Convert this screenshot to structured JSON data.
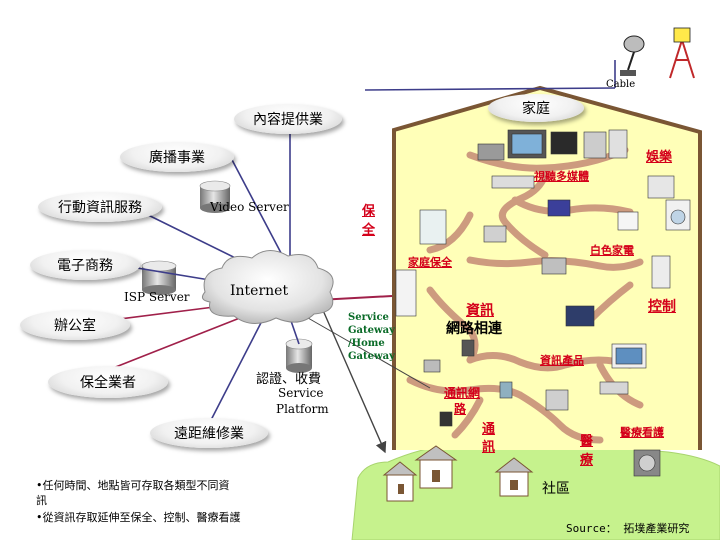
{
  "cable_label": "Cable",
  "home_title": "家庭",
  "content_provider": "內容提供業",
  "broadcast": "廣播事業",
  "mobile_info": "行動資訊服務",
  "video_server": "Video Server",
  "ecommerce": "電子商務",
  "isp_server": "ISP Server",
  "internet": "Internet",
  "office": "辦公室",
  "security_firm": "保全業者",
  "auth_billing": "認證、收費",
  "service_platform_1": "Service",
  "service_platform_2": "Platform",
  "remote_repair": "遠距維修業",
  "gateway_1": "Service",
  "gateway_2": "Gateway",
  "gateway_3": "/Home",
  "gateway_4": "Gateway",
  "entertainment": "娛樂",
  "video_multimedia": "視聽多媒體",
  "security_1": "保",
  "security_2": "全",
  "white_appliance": "白色家電",
  "home_security": "家庭保全",
  "info_1": "資訊",
  "info_network": "網路相連",
  "control": "控制",
  "info_products": "資訊產品",
  "comm_1": "通訊網",
  "comm_2": "路",
  "comm_3": "通",
  "comm_4": "訊",
  "medical_1": "醫",
  "medical_2": "療",
  "medical_care": "醫療看護",
  "community": "社區",
  "bullet_1a": "•任何時間、地點皆可存取各類型不同資",
  "bullet_1b": "訊",
  "bullet_2": "•從資訊存取延伸至保全、控制、醫療看護",
  "source": "Source： 拓墣產業研究",
  "colors": {
    "red": "#d4001a",
    "house_fill": "#ffffb8",
    "house_stroke": "#7a5634",
    "lawn": "#c6f28d",
    "path": "#cd9b7f",
    "line": "#3d3d8a"
  }
}
